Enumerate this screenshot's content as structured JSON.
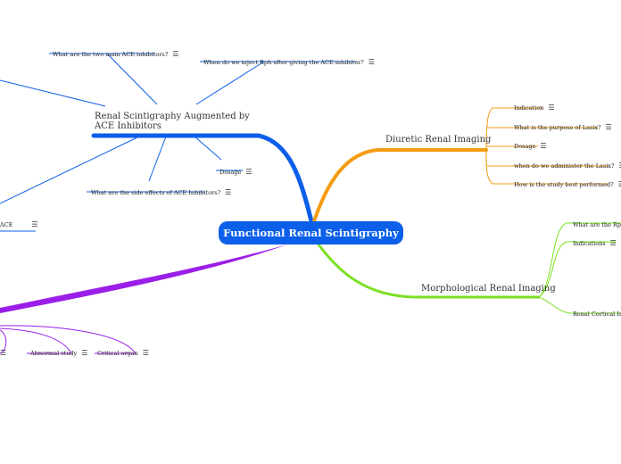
{
  "root": {
    "label": "Functional Renal Scintigraphy"
  },
  "colors": {
    "root": "#0b5fe8",
    "blue": "#0b5fe8",
    "orange": "#f39c12",
    "green": "#7be022",
    "purple": "#9b1fe8"
  },
  "note_icon": "note-icon",
  "note_glyph": "☰",
  "nodes": {
    "ace_branch": "Renal Scintigraphy Augmented by ACE Inhibitors",
    "ace_inhibitors": "What are the two main ACE inhibitors?",
    "ace_inject": "When do we inject Rph after giving the ACE inhibitor?",
    "ace_dosage": "Dosage",
    "ace_side": "What are the side effects of ACE Inhibitors?",
    "ace_left": "ACE",
    "diuretic_branch": "Diuretic Renal Imaging",
    "diu_indication": "Indication",
    "diu_purpose": "What is the purpose of Lasix?",
    "diu_dosage": "Dosage",
    "diu_when": "when do we administer the Lasix?",
    "diu_how": "How is the study best performed?",
    "morph_branch": "Morphological Renal Imaging",
    "morph_what": "What are the Rph u",
    "morph_indications": "Indications",
    "morph_cortical": "Renal Cortical Imag",
    "purple_abnormal": "Abnormal study",
    "purple_critical": "Critical organ"
  }
}
